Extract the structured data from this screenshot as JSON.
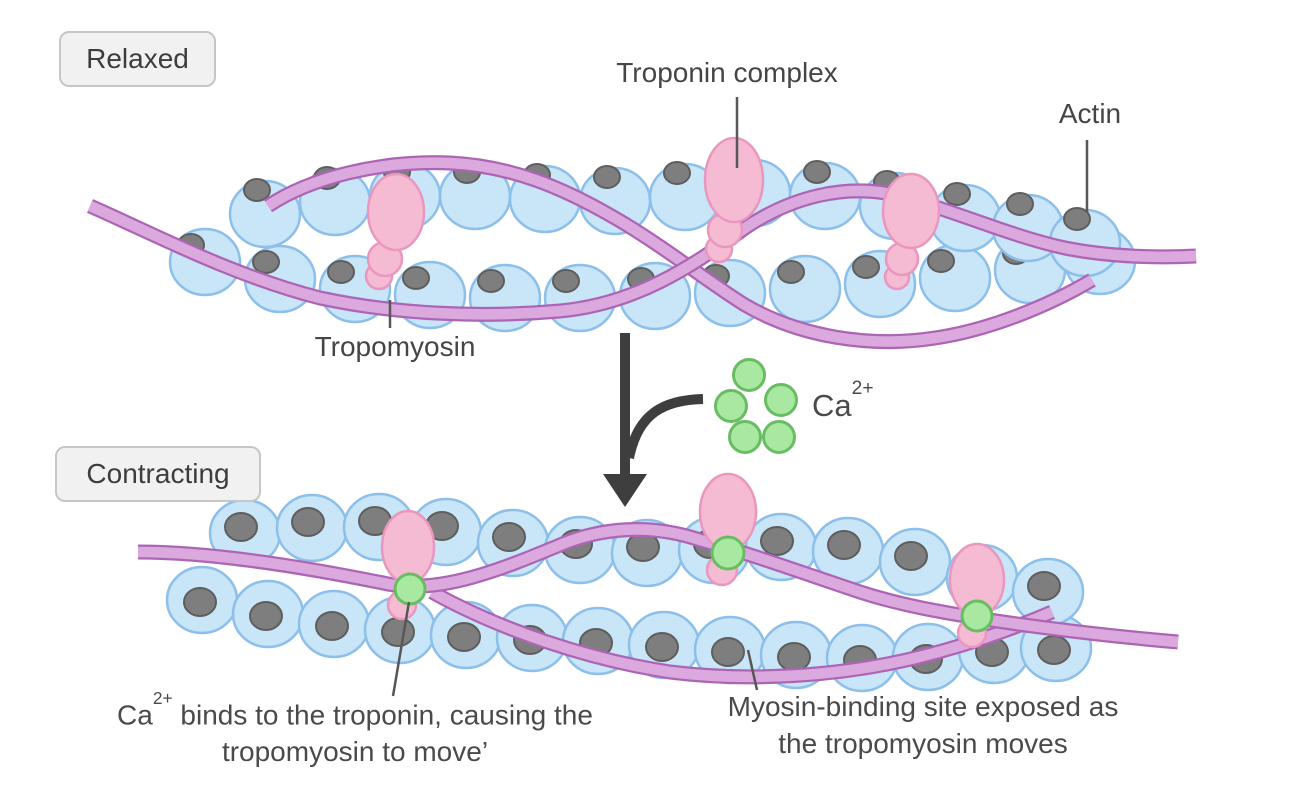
{
  "badges": {
    "relaxed": "Relaxed",
    "contracting": "Contracting"
  },
  "labels": {
    "troponin_complex": "Troponin complex",
    "actin": "Actin",
    "tropomyosin": "Tropomyosin"
  },
  "ca_ion": {
    "base": "Ca",
    "sup": "2+"
  },
  "captions": {
    "left": {
      "pre": "Ca",
      "sup": "2+",
      "line1_rest": " binds to the troponin, causing the",
      "line2": "tropomyosin to move’"
    },
    "right": {
      "line1": "Myosin-binding site exposed as",
      "line2": "the tropomyosin moves"
    }
  },
  "colors": {
    "actin_fill": "#C9E5F8",
    "actin_stroke": "#8CBFE9",
    "site_fill": "#7E7E7E",
    "site_stroke": "#5E5E5E",
    "tropomyosin_fill": "#DCA9DE",
    "tropomyosin_stroke": "#AC65B5",
    "troponin_fill": "#F5BBD2",
    "troponin_stroke": "#E997BE",
    "calcium_fill": "#A9E8A1",
    "calcium_stroke": "#68BD63",
    "text": "#454545",
    "arrow": "#3E3E3E",
    "badge_bg": "#F1F1F1",
    "badge_border": "#C6C6C6"
  }
}
